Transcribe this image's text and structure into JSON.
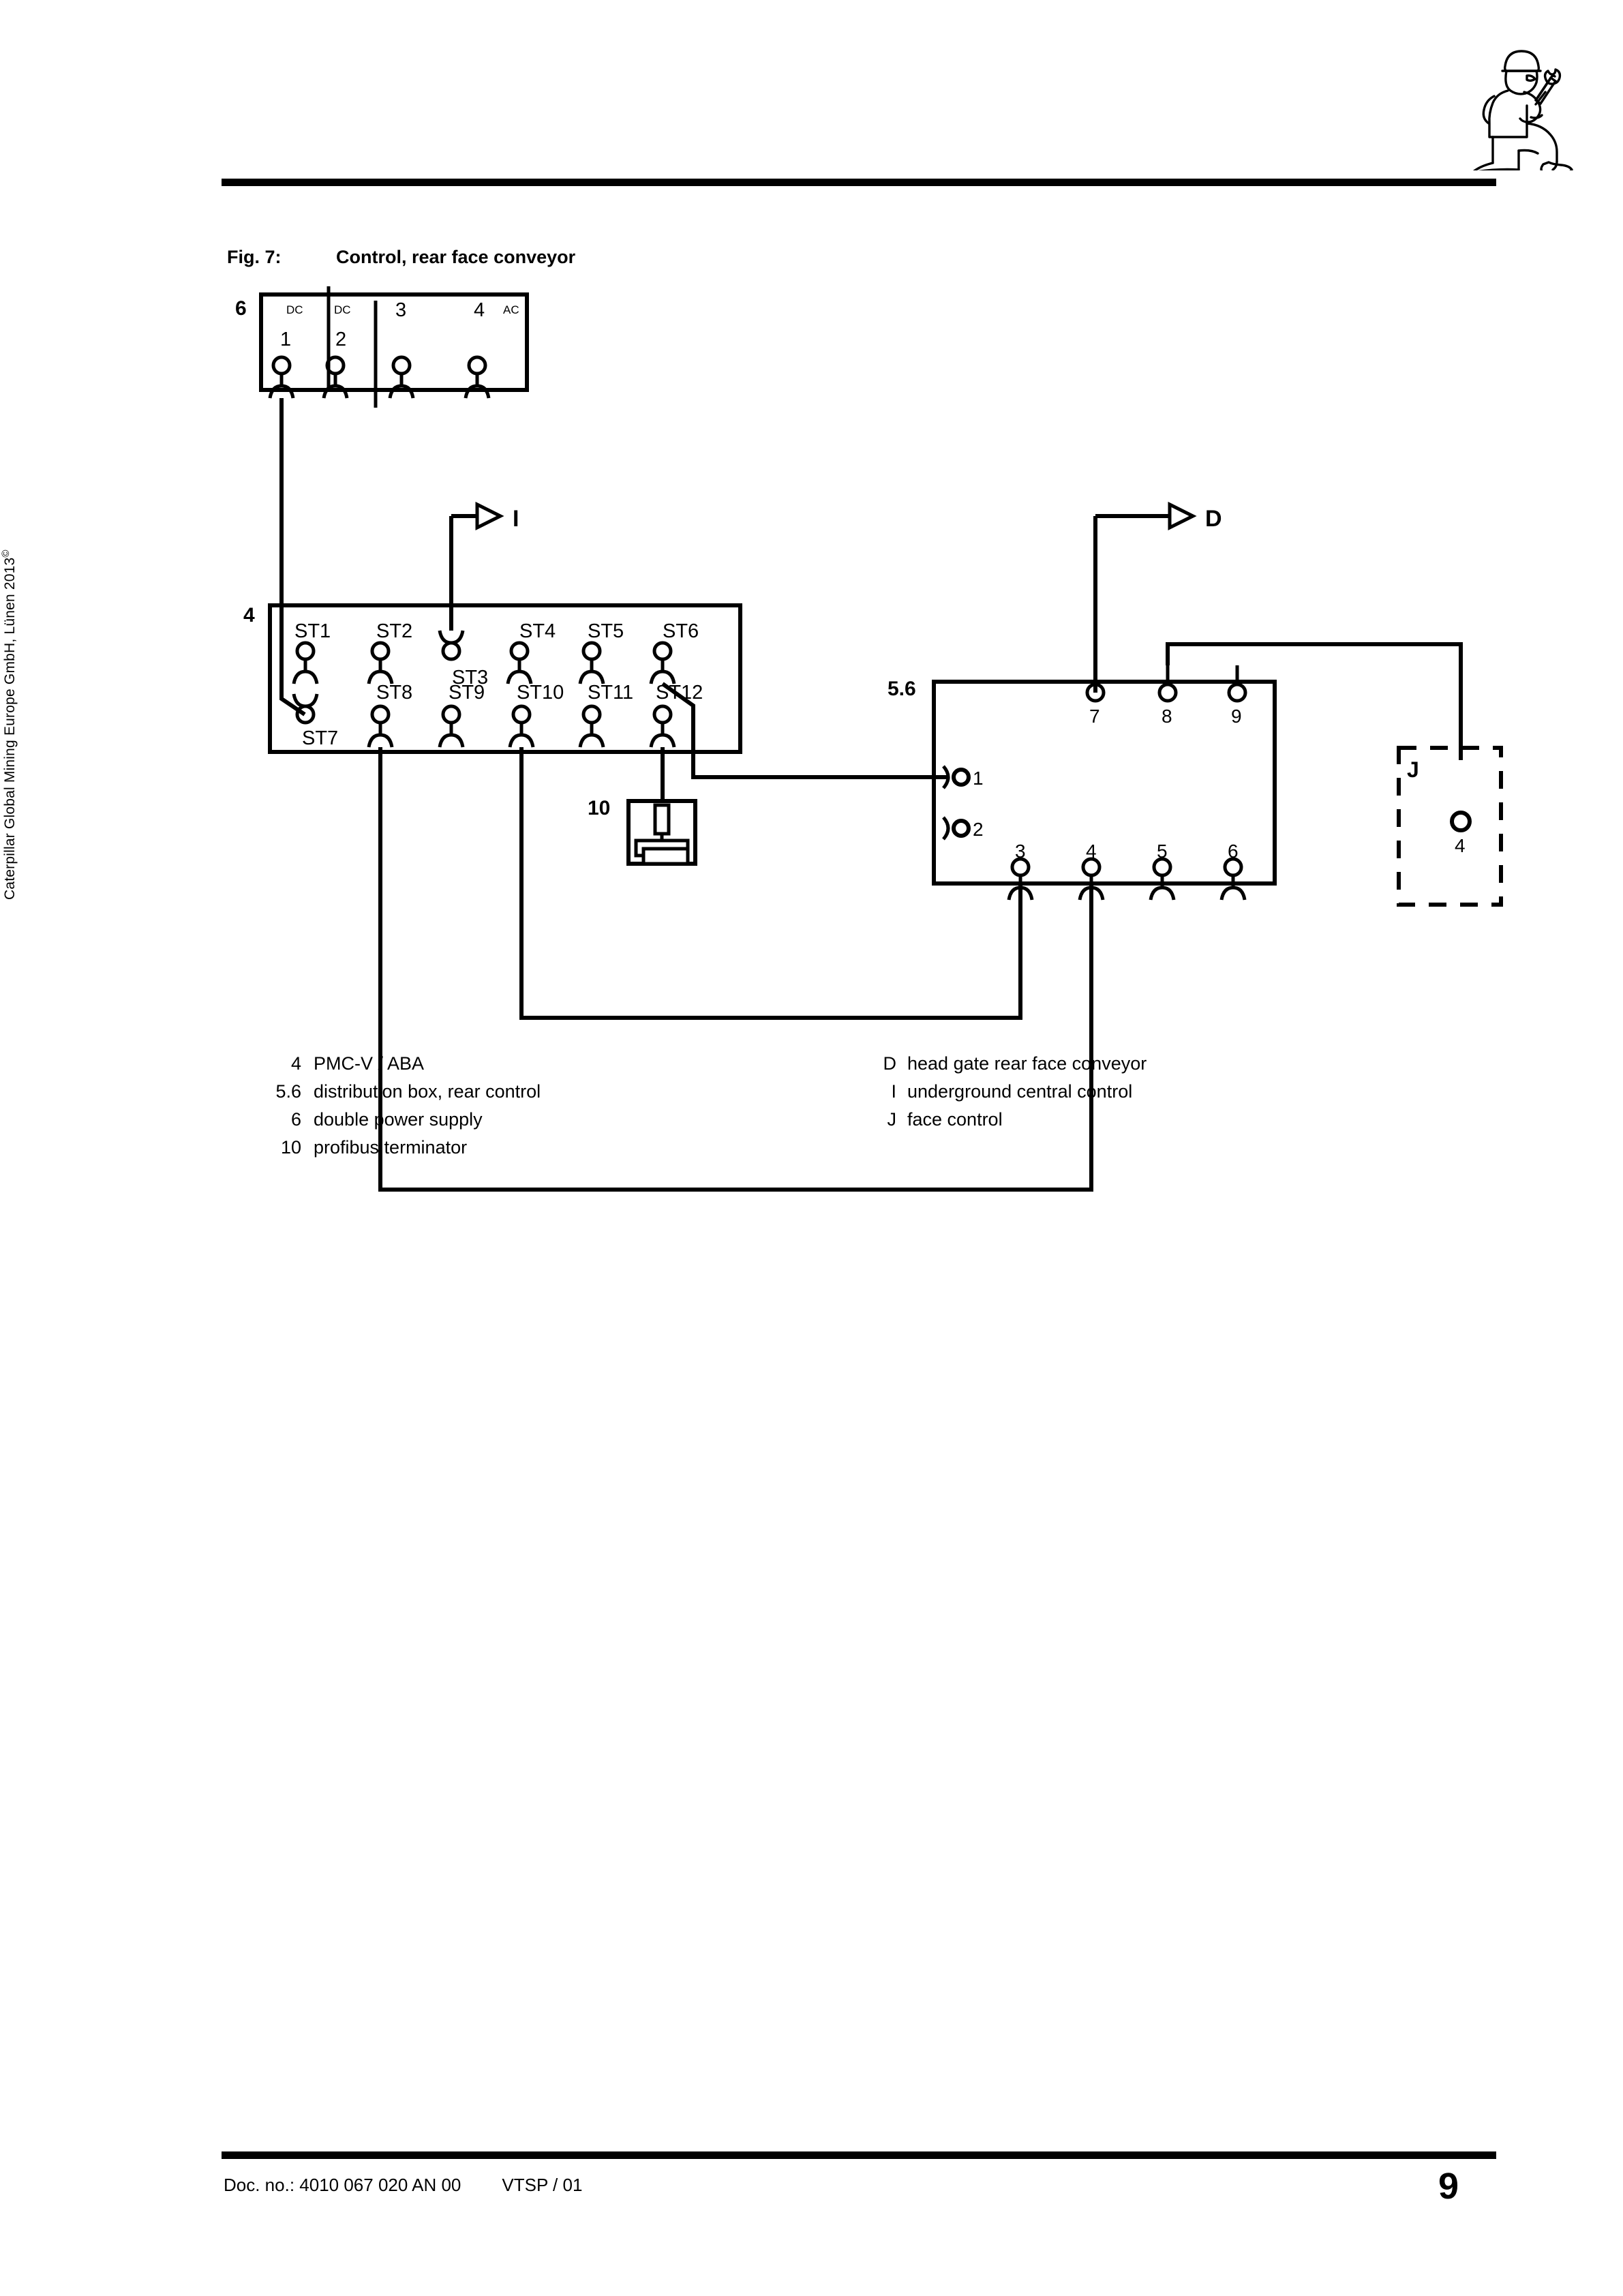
{
  "header": {
    "icon": "kneeling-worker-with-wrench-icon"
  },
  "sidebar": {
    "copyright": "Caterpillar Global Mining Europe GmbH, Lünen 2013",
    "copyright_mark": "©"
  },
  "footer": {
    "doc_label": "Doc. no.: 4010 067 020 AN 00",
    "revision": "VTSP / 01",
    "page_number": "9"
  },
  "figure": {
    "number": "Fig. 7:",
    "title": "Control, rear face conveyor"
  },
  "diagram": {
    "power_supply_box": {
      "ref": "6",
      "top_labels": [
        "DC",
        "DC",
        "3",
        "4",
        "AC"
      ],
      "port_numbers": [
        "1",
        "2"
      ],
      "ports": [
        "1",
        "2",
        "3",
        "4"
      ]
    },
    "pmcv_box": {
      "ref": "4",
      "top_row": [
        "ST1",
        "ST2",
        "ST3",
        "ST4",
        "ST5",
        "ST6"
      ],
      "bottom_row": [
        "ST7",
        "ST8",
        "ST9",
        "ST10",
        "ST11",
        "ST12"
      ]
    },
    "distribution_box": {
      "ref": "5.6",
      "top_ports": [
        "7",
        "8",
        "9"
      ],
      "left_ports": [
        "1",
        "2"
      ],
      "bottom_ports": [
        "3",
        "4",
        "5",
        "6"
      ]
    },
    "terminator": {
      "ref": "10"
    },
    "face_control_box": {
      "ref": "J",
      "port": "4"
    },
    "markers": [
      {
        "id": "I",
        "label": "I"
      },
      {
        "id": "D",
        "label": "D"
      }
    ]
  },
  "legend": {
    "left": [
      {
        "key": "4",
        "desc": "PMC-V / ABA"
      },
      {
        "key": "5.6",
        "desc": "distribution box, rear control"
      },
      {
        "key": "6",
        "desc": "double power supply"
      },
      {
        "key": "10",
        "desc": "profibus terminator"
      }
    ],
    "right": [
      {
        "key": "D",
        "desc": "head gate rear face conveyor"
      },
      {
        "key": "I",
        "desc": "underground central control"
      },
      {
        "key": "J",
        "desc": "face control"
      }
    ]
  }
}
